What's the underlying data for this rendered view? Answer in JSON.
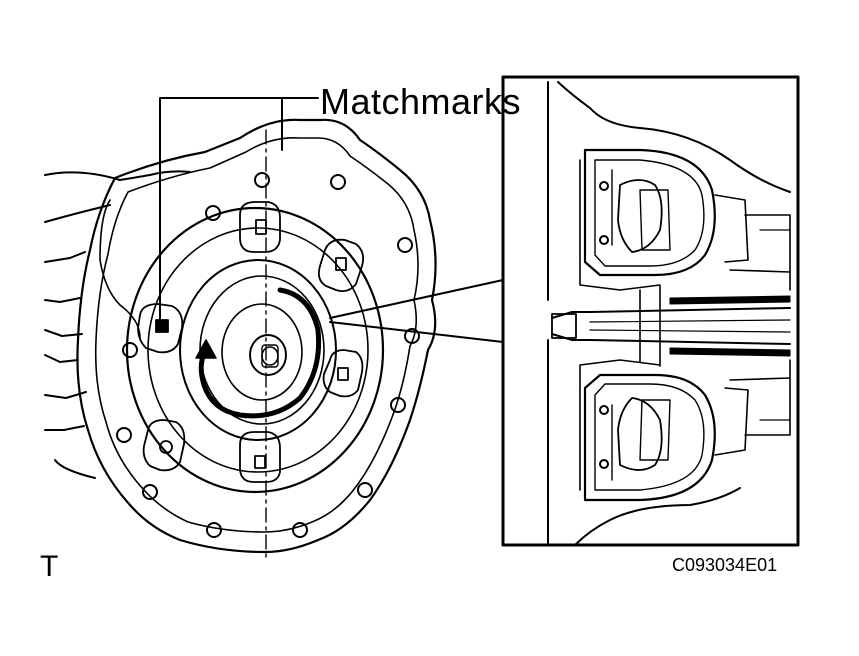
{
  "labels": {
    "callout": "Matchmarks",
    "view_code": "T",
    "figure_id": "C093034E01"
  },
  "colors": {
    "ink": "#000000",
    "paper": "#ffffff"
  },
  "icons": [
    "torque-converter-illustration",
    "converter-cross-section-illustration",
    "rotation-arrow-icon"
  ]
}
